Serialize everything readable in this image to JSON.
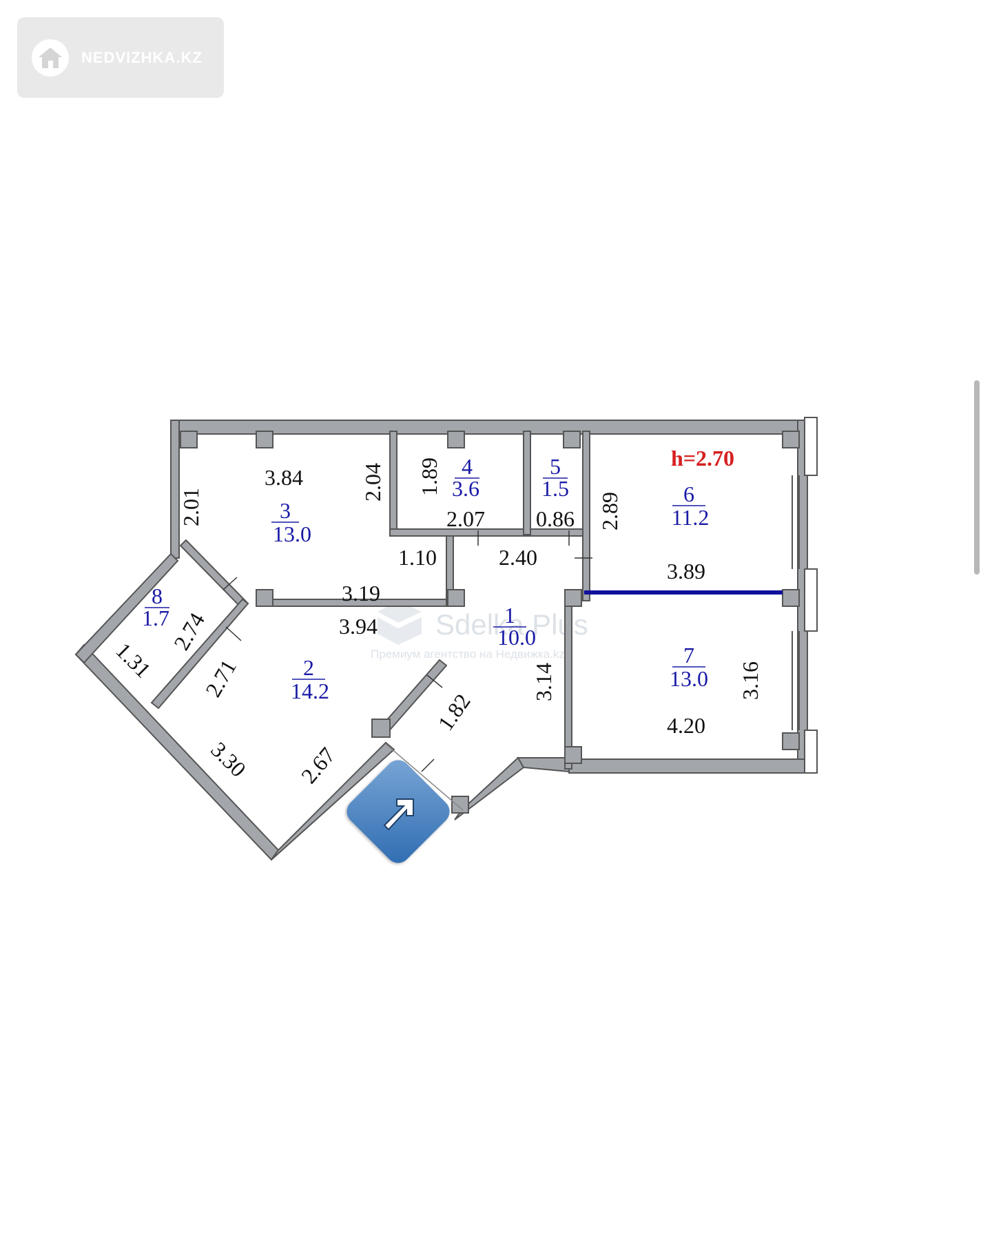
{
  "badge": {
    "text": "NEDVIZHKA.KZ",
    "icon": "house-icon"
  },
  "height_label": "h=2.70",
  "watermark": {
    "title": "Sdelka Plus",
    "subtitle": "Премиум агентство на Недвижка.kz"
  },
  "rooms": [
    {
      "number": "1",
      "area": "10.0"
    },
    {
      "number": "2",
      "area": "14.2"
    },
    {
      "number": "3",
      "area": "13.0"
    },
    {
      "number": "4",
      "area": "3.6"
    },
    {
      "number": "5",
      "area": "1.5"
    },
    {
      "number": "6",
      "area": "11.2"
    },
    {
      "number": "7",
      "area": "13.0"
    },
    {
      "number": "8",
      "area": "1.7"
    }
  ],
  "dimensions": {
    "room3_width": "3.84",
    "room3_left": "2.01",
    "room3_right": "2.04",
    "room3_bottom": "3.19",
    "room4_side": "1.89",
    "room4_width": "2.07",
    "room5_width": "0.86",
    "hall_door": "1.10",
    "hall_top": "2.40",
    "room6_side": "2.89",
    "room6_width": "3.89",
    "room2_top": "3.94",
    "balcony_inner": "2.74",
    "balcony_diag": "1.31",
    "room2_left": "2.71",
    "corridor_diag": "1.82",
    "hall_side": "3.14",
    "room7_side": "3.16",
    "room7_width": "4.20",
    "room2_bottom": "3.30",
    "room2_right": "2.67"
  },
  "colors": {
    "wall": "#a3a7ab",
    "wall_stroke": "#555555",
    "room_text": "#1a1aa6",
    "height_text": "#d62020",
    "partition": "#10109a"
  },
  "nav_icon": "arrow-up-right-icon"
}
